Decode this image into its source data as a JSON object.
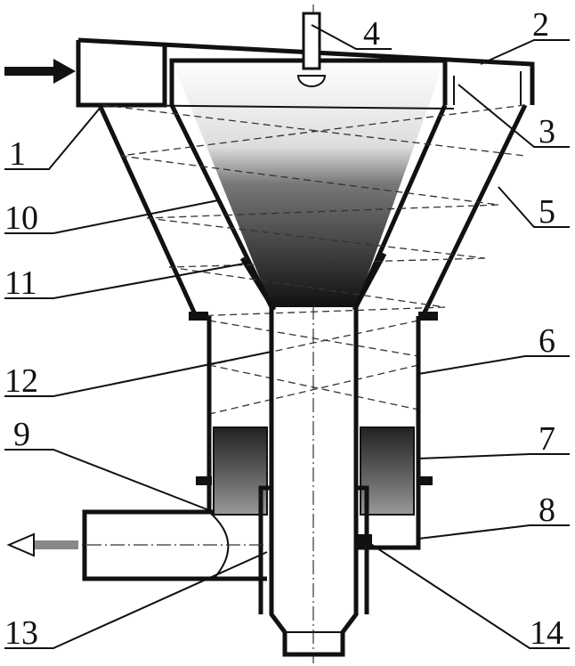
{
  "figure": {
    "labels": {
      "l1": "1",
      "l2": "2",
      "l3": "3",
      "l4": "4",
      "l5": "5",
      "l6": "6",
      "l7": "7",
      "l8": "8",
      "l9": "9",
      "l10": "10",
      "l11": "11",
      "l12": "12",
      "l13": "13",
      "l14": "14"
    },
    "colors": {
      "line": "#111111",
      "fill_dark": "#2a2a2a",
      "fill_mid": "#8a8a8a"
    }
  }
}
